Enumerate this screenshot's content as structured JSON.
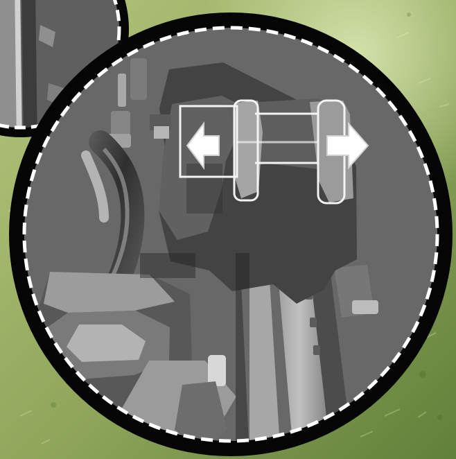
{
  "scene": {
    "subject": "brake-caliper-illustration",
    "colors": {
      "background_grass_light": "#a9bd73",
      "background_grass_dark": "#5e7a34",
      "frame_black": "#050505",
      "dashed_ring": "#ffffff",
      "diagram_gray": "#6c6c6c",
      "diagram_dark": "#3f3f3f",
      "diagram_light": "#a8a8a8",
      "diagram_highlight": "#d7d7d7",
      "arrow_white": "#ffffff"
    },
    "icons": {
      "left_arrow": "double-headed-arrow-left",
      "right_arrow": "double-headed-arrow-right"
    }
  }
}
